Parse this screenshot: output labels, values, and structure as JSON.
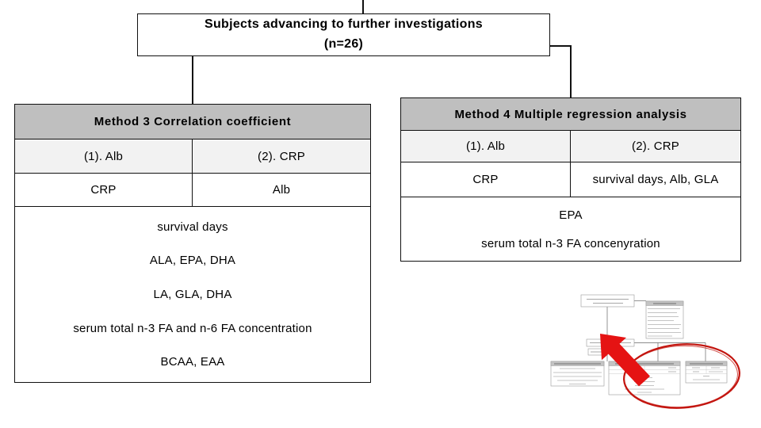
{
  "colors": {
    "table_header_bg": "#bfbfbf",
    "subheader_bg": "#f2f2f2",
    "border": "#111111",
    "arrow_red": "#e51313",
    "ellipse_red": "#c3150f"
  },
  "top_box": {
    "line1": "Subjects advancing to further investigations",
    "line2": "(n=26)"
  },
  "method3_table": {
    "title": "Method 3 Correlation coefficient",
    "subheaders": [
      "(1). Alb",
      "(2). CRP"
    ],
    "values": [
      "CRP",
      "Alb"
    ],
    "items": [
      "survival days",
      "ALA, EPA, DHA",
      "LA, GLA, DHA",
      "serum total n-3 FA and n-6 FA  concentration",
      "BCAA, EAA"
    ]
  },
  "method4_table": {
    "title": "Method 4 Multiple regression analysis",
    "subheaders": [
      "(1). Alb",
      "(2). CRP"
    ],
    "values": [
      "CRP",
      "survival days, Alb, GLA"
    ],
    "items": [
      "EPA",
      "serum total n-3 FA concenyration"
    ]
  }
}
